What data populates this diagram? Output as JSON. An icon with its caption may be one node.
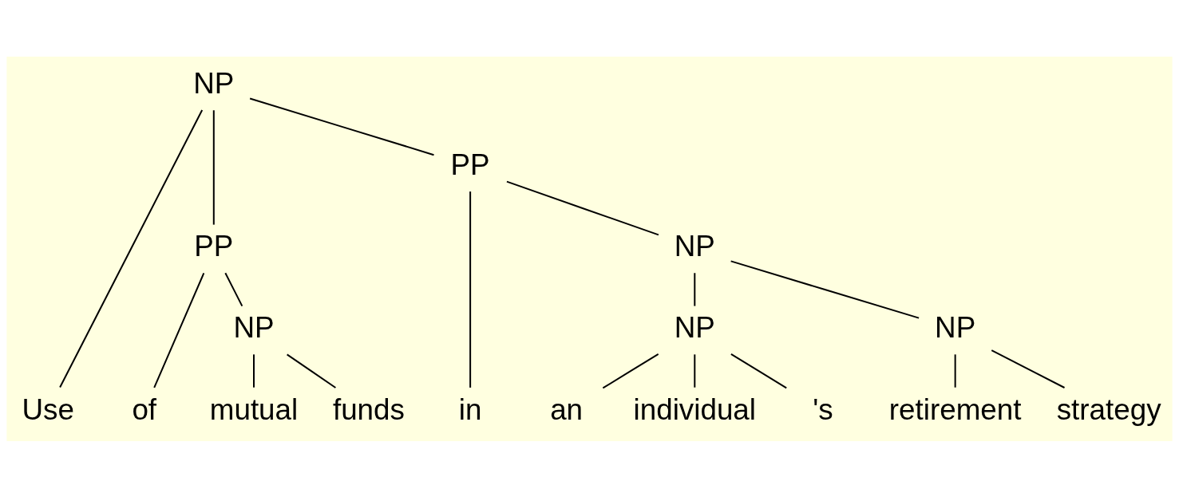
{
  "diagram": {
    "nodes": [
      {
        "text": [
          "NP"
        ]
      },
      {
        "text": [
          "PP"
        ]
      },
      {
        "text": [
          "PP"
        ]
      },
      {
        "text": [
          "NP"
        ]
      },
      {
        "text": [
          "NP"
        ]
      },
      {
        "text": [
          "NP"
        ]
      },
      {
        "text": [
          "NP"
        ]
      },
      {
        "text": [
          "Use"
        ]
      },
      {
        "text": [
          "of"
        ]
      },
      {
        "text": [
          "mutual"
        ]
      },
      {
        "text": [
          "funds"
        ]
      },
      {
        "text": [
          "in"
        ]
      },
      {
        "text": [
          "an"
        ]
      },
      {
        "text": [
          "individual"
        ]
      },
      {
        "text": [
          "'s"
        ]
      },
      {
        "text": [
          "retirement"
        ]
      },
      {
        "text": [
          "strategy"
        ]
      }
    ],
    "edges": [
      {
        "from": 0,
        "to": 7,
        "arrow": "none"
      },
      {
        "from": 0,
        "to": 2,
        "arrow": "none"
      },
      {
        "from": 0,
        "to": 1,
        "arrow": "none"
      },
      {
        "from": 2,
        "to": 8,
        "arrow": "none"
      },
      {
        "from": 2,
        "to": 4,
        "arrow": "none"
      },
      {
        "from": 4,
        "to": 9,
        "arrow": "none"
      },
      {
        "from": 4,
        "to": 10,
        "arrow": "none"
      },
      {
        "from": 1,
        "to": 11,
        "arrow": "none"
      },
      {
        "from": 1,
        "to": 3,
        "arrow": "none"
      },
      {
        "from": 3,
        "to": 5,
        "arrow": "none"
      },
      {
        "from": 3,
        "to": 6,
        "arrow": "none"
      },
      {
        "from": 5,
        "to": 12,
        "arrow": "none"
      },
      {
        "from": 5,
        "to": 13,
        "arrow": "none"
      },
      {
        "from": 5,
        "to": 14,
        "arrow": "none"
      },
      {
        "from": 6,
        "to": 15,
        "arrow": "none"
      },
      {
        "from": 6,
        "to": 16,
        "arrow": "none"
      }
    ]
  }
}
